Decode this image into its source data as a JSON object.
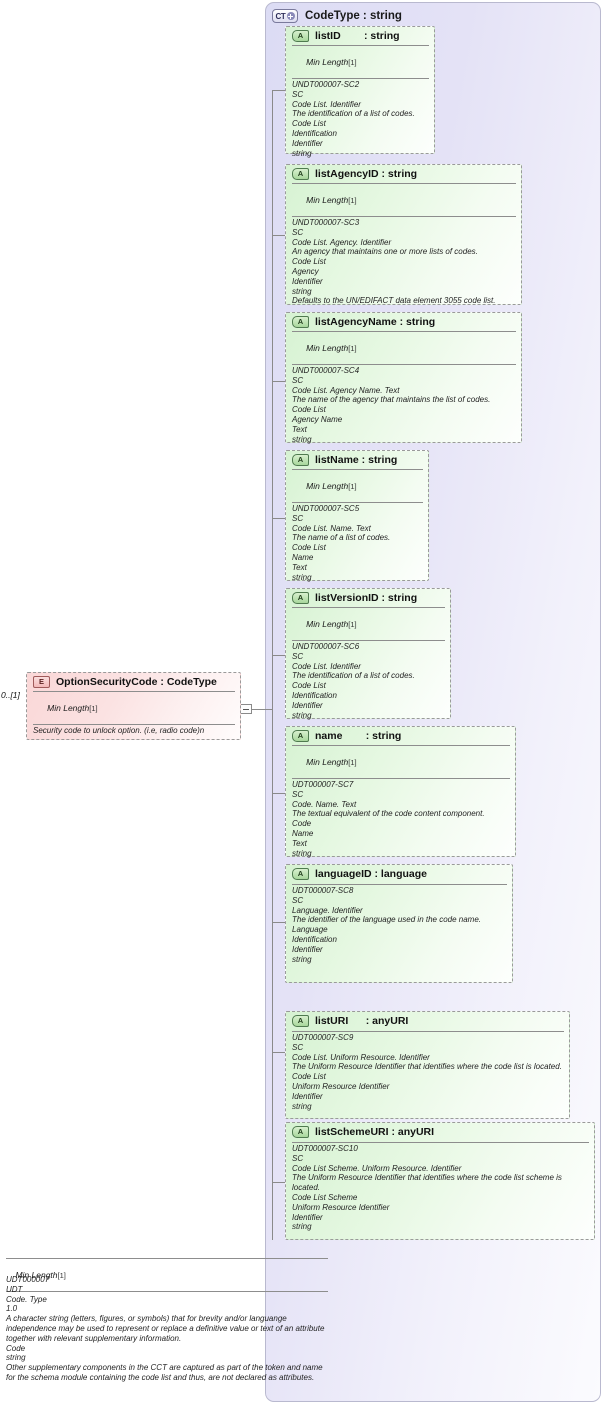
{
  "diagram": {
    "title": "CodeType : string",
    "type_icon_label": "CT",
    "type_icon_plus": "+"
  },
  "element": {
    "icon_label": "E",
    "name": "OptionSecurityCode : CodeType",
    "cardinality": "0..[1]",
    "facet_label": "Min Length",
    "facet_value": "[1]",
    "documentation": "Security code to unlock option. (i.e, radio code)n"
  },
  "attributes": [
    {
      "icon_label": "A",
      "name": "listID        : string",
      "facet_label": "Min Length",
      "facet_value": "[1]",
      "has_facet": true,
      "doc": [
        "UNDT000007-SC2",
        "SC",
        "Code List. Identifier",
        "The identification of a list of codes.",
        "Code List",
        "Identification",
        "Identifier",
        "string"
      ]
    },
    {
      "icon_label": "A",
      "name": "listAgencyID : string",
      "facet_label": "Min Length",
      "facet_value": "[1]",
      "has_facet": true,
      "doc": [
        "UNDT000007-SC3",
        "SC",
        "Code List. Agency. Identifier",
        "An agency that maintains one or more lists of codes.",
        "Code List",
        "Agency",
        "Identifier",
        "string",
        "Defaults to the UN/EDIFACT data element 3055 code list."
      ]
    },
    {
      "icon_label": "A",
      "name": "listAgencyName : string",
      "facet_label": "Min Length",
      "facet_value": "[1]",
      "has_facet": true,
      "doc": [
        "UNDT000007-SC4",
        "SC",
        "Code List. Agency Name. Text",
        "The name of the agency that maintains the list of codes.",
        "Code List",
        "Agency Name",
        "Text",
        "string"
      ]
    },
    {
      "icon_label": "A",
      "name": "listName : string",
      "facet_label": "Min Length",
      "facet_value": "[1]",
      "has_facet": true,
      "doc": [
        "UNDT000007-SC5",
        "SC",
        "Code List. Name. Text",
        "The name of a list of codes.",
        "Code List",
        "Name",
        "Text",
        "string"
      ]
    },
    {
      "icon_label": "A",
      "name": "listVersionID : string",
      "facet_label": "Min Length",
      "facet_value": "[1]",
      "has_facet": true,
      "doc": [
        "UNDT000007-SC6",
        "SC",
        "Code List. Identifier",
        "The identification of a list of codes.",
        "Code List",
        "Identification",
        "Identifier",
        "string"
      ]
    },
    {
      "icon_label": "A",
      "name": "name        : string",
      "facet_label": "Min Length",
      "facet_value": "[1]",
      "has_facet": true,
      "doc": [
        "UDT000007-SC7",
        "SC",
        "Code. Name. Text",
        "The textual equivalent of the code content component.",
        "Code",
        "Name",
        "Text",
        "string"
      ]
    },
    {
      "icon_label": "A",
      "name": "languageID : language",
      "facet_label": "",
      "facet_value": "",
      "has_facet": false,
      "doc": [
        "UDT000007-SC8",
        "SC",
        "Language. Identifier",
        "The identifier of the language used in the code name.",
        "Language",
        "Identification",
        "Identifier",
        "string"
      ]
    },
    {
      "icon_label": "A",
      "name": "listURI      : anyURI",
      "facet_label": "",
      "facet_value": "",
      "has_facet": false,
      "doc": [
        "UDT000007-SC9",
        "SC",
        "Code List. Uniform Resource. Identifier",
        "The Uniform Resource Identifier that identifies where the code list is located.",
        "Code List",
        "Uniform Resource Identifier",
        "Identifier",
        "string"
      ]
    },
    {
      "icon_label": "A",
      "name": "listSchemeURI : anyURI",
      "facet_label": "",
      "facet_value": "",
      "has_facet": false,
      "doc": [
        "UDT000007-SC10",
        "SC",
        "Code List Scheme. Uniform Resource. Identifier",
        "The Uniform Resource Identifier that identifies where the code list scheme is located.",
        "Code List Scheme",
        "Uniform Resource Identifier",
        "Identifier",
        "string"
      ]
    }
  ],
  "type_documentation": {
    "facet_label": "Min Length",
    "facet_value": "[1]",
    "lines": [
      "UDT000007",
      "UDT",
      "Code. Type",
      "1.0",
      "A character string (letters, figures, or symbols) that for brevity and/or languange independence may be used to represent or replace a definitive value or text of an attribute together with relevant supplementary information.",
      "Code",
      "string",
      "Other supplementary components in the CCT are captured as part of the token and name for the schema module containing the code list and thus, are not declared as attributes."
    ]
  },
  "colors": {
    "complextype_bg": "#dcdcf4",
    "attribute_bg": "#d6f2d2",
    "element_bg": "#fad7d7",
    "border": "#9a9a9a",
    "connector": "#8a8a8a"
  }
}
